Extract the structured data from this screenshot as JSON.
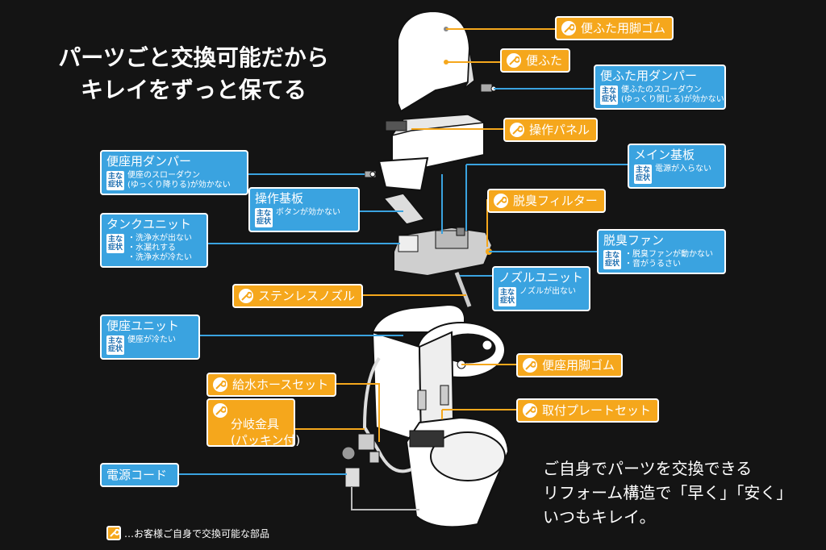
{
  "headline": [
    "パーツごと交換可能だから",
    "キレイをずっと保てる"
  ],
  "tagline": [
    "ご自身でパーツを交換できる",
    "リフォーム構造で「早く」「安く」",
    "いつもキレイ。"
  ],
  "legend_text": "…お客様ご自身で交換可能な部品",
  "symptom_tag": "主な症状",
  "orange_labels": {
    "lid_rubber": "便ふた用脚ゴム",
    "lid": "便ふた",
    "panel": "操作パネル",
    "deodor_filter": "脱臭フィルター",
    "nozzle_steel": "ステンレスノズル",
    "seat_rubber": "便座用脚ゴム",
    "hose_set": "給水ホースセット",
    "plate_set": "取付プレートセット",
    "branch": [
      "分岐金具",
      "(パッキン付)"
    ]
  },
  "blue_labels": {
    "lid_damper": {
      "title": "便ふた用ダンパー",
      "symptoms": [
        "便ふたのスローダウン",
        "(ゆっくり閉じる)が効かない"
      ]
    },
    "main_board": {
      "title": "メイン基板",
      "symptoms": [
        "電源が入らない"
      ]
    },
    "seat_damper": {
      "title": "便座用ダンパー",
      "symptoms": [
        "便座のスローダウン",
        "(ゆっくり降りる)が効かない"
      ]
    },
    "ctrl_board": {
      "title": "操作基板",
      "symptoms": [
        "ボタンが効かない"
      ]
    },
    "tank": {
      "title": "タンクユニット",
      "symptoms": [
        "・洗浄水が出ない",
        "・水漏れする",
        "・洗浄水が冷たい"
      ]
    },
    "fan": {
      "title": "脱臭ファン",
      "symptoms": [
        "・脱臭ファンが動かない",
        "・音がうるさい"
      ]
    },
    "nozzle_unit": {
      "title": "ノズルユニット",
      "symptoms": [
        "ノズルが出ない"
      ]
    },
    "seat_unit": {
      "title": "便座ユニット",
      "symptoms": [
        "便座が冷たい"
      ]
    },
    "power_cord": {
      "title": "電源コード",
      "symptoms": []
    }
  },
  "colors": {
    "background": "#141414",
    "orange": "#f5a71c",
    "blue": "#3aa3e0",
    "white": "#ffffff"
  }
}
